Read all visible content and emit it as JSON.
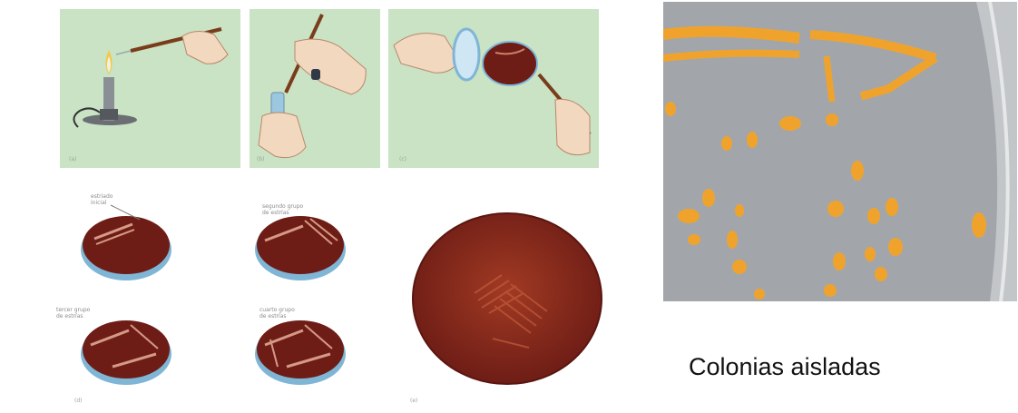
{
  "steps_top": {
    "panel_a_caption": "(a)",
    "panel_b_caption": "(b)",
    "panel_c_caption": "(c)"
  },
  "plates": {
    "d_caption": "(d)",
    "e_caption": "(e)",
    "labels": {
      "first_streak": [
        "estriado",
        "inicial"
      ],
      "second_group": [
        "segundo grupo",
        "de estrías"
      ],
      "third_group": [
        "tercer grupo",
        "de estrías"
      ],
      "fourth_group": [
        "cuarto grupo",
        "de estrías"
      ]
    }
  },
  "photo": {
    "caption": "Colonias aisladas"
  },
  "colors": {
    "panel_bg": "#c9e3c4",
    "agar": "#6e1d16",
    "plate_rim": "#7fb6d6",
    "colony": "#f0a32c",
    "photo_bg": "#a2a6aa"
  }
}
